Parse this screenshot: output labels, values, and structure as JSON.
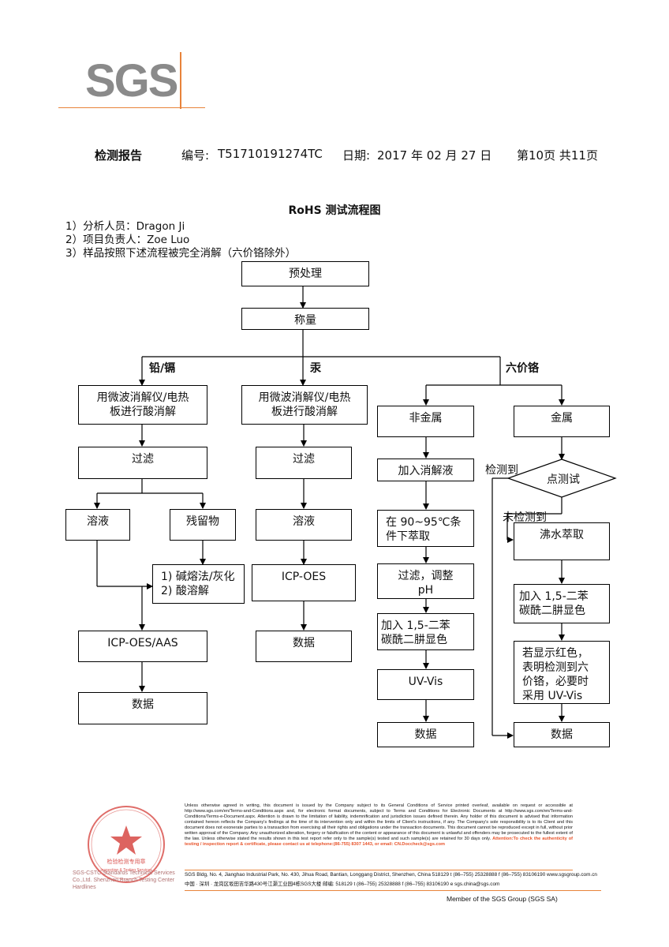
{
  "logo": {
    "text": "SGS",
    "accent_color": "#e8833a",
    "text_color": "#8a8a8a"
  },
  "header": {
    "report_label": "检测报告",
    "number_label": "编号:",
    "number_value": "T51710191274TC",
    "date_label": "日期:",
    "date_value": "2017 年 02 月 27 日",
    "page_text": "第10页  共11页"
  },
  "title": "RoHS 测试流程图",
  "notes": [
    "1）分析人员：Dragon Ji",
    "2）项目负责人：Zoe Luo",
    "3）样品按照下述流程被完全消解（六价铬除外）"
  ],
  "flow": {
    "pretreat": "预处理",
    "weigh": "称量",
    "branch_pbcd": "铅/镉",
    "branch_hg": "汞",
    "branch_cr": "六价铬",
    "pbcd": {
      "digest": [
        "用微波消解仪/电热",
        "板进行酸消解"
      ],
      "filter": "过滤",
      "solution": "溶液",
      "residue": "残留物",
      "residue_treat": [
        "1) 碱熔法/灰化",
        "2) 酸溶解"
      ],
      "instrument": "ICP-OES/AAS",
      "data": "数据"
    },
    "hg": {
      "digest": [
        "用微波消解仪/电热",
        "板进行酸消解"
      ],
      "filter": "过滤",
      "solution": "溶液",
      "instrument": "ICP-OES",
      "data": "数据"
    },
    "cr_nonmetal": {
      "title": "非金属",
      "add_digest": "加入消解液",
      "extract": [
        "在 90~95℃条",
        "件下萃取"
      ],
      "filter": [
        "过滤，调整",
        "pH"
      ],
      "color": [
        "加入 1,5-二苯",
        "碳酰二肼显色"
      ],
      "instrument": "UV-Vis",
      "data": "数据"
    },
    "cr_metal": {
      "title": "金属",
      "spot_test": "点测试",
      "detected": "检测到",
      "not_detected": "未检测到",
      "boil": "沸水萃取",
      "color": [
        "加入 1,5-二苯",
        "碳酰二肼显色"
      ],
      "result": [
        "若显示红色，",
        "表明检测到六",
        "价铬，必要时",
        "采用 UV-Vis"
      ],
      "data": "数据"
    }
  },
  "footer": {
    "terms": "Unless otherwise agreed in writing, this document is issued by the Company subject to its General Conditions of Service printed overleaf, available on request or accessible at http://www.sgs.com/en/Terms-and-Conditions.aspx and, for electronic format documents, subject to Terms and Conditions for Electronic Documents at http://www.sgs.com/en/Terms-and-Conditions/Terms-e-Document.aspx. Attention is drawn to the limitation of liability, indemnification and jurisdiction issues defined therein. Any holder of this document is advised that information contained hereon reflects the Company's findings at the time of its intervention only and within the limits of Client's instructions, if any. The Company's sole responsibility is to its Client and this document does not exonerate parties to a transaction from exercising all their rights and obligations under the transaction documents. This document cannot be reproduced except in full, without prior written approval of the Company. Any unauthorized alteration, forgery or falsification of the content or appearance of this document is unlawful and offenders may be prosecuted to the fullest extent of the law. Unless otherwise stated the results shown in this test report refer only to the sample(s) tested and such sample(s) are retained for 30 days only.",
    "attention": "Attention:To check the authenticity of testing / inspection report & certificate, please contact us at telephone:(86-755) 8307 1443, or email: CN.Doccheck@sgs.com",
    "address_en": "SGS Bldg, No. 4, Jianghao Industrial Park, No. 430, Jihua Road, Bantian, Longgang District, Shenzhen, China  518129   t (86–755) 25328888     f (86–755) 83106190    www.sgsgroup.com.cn",
    "address_cn": "中国 · 深圳 · 龙岗区坂田吉华路430号江灏工业园4栋SGS大楼     邮编: 518129   t (86–755) 25328888     f (86–755) 83106190    e  sgs.china@sgs.com",
    "branch": "SGS-CSTC Standards Technical Services Co.,Ltd. Shenzhen Branch Testing Center Hardlines",
    "member": "Member of the SGS Group (SGS SA)",
    "stamp_text": "检验检测专用章",
    "stamp_subtext": "Inspection & Testing Services",
    "stamp_color": "#d9534f"
  }
}
